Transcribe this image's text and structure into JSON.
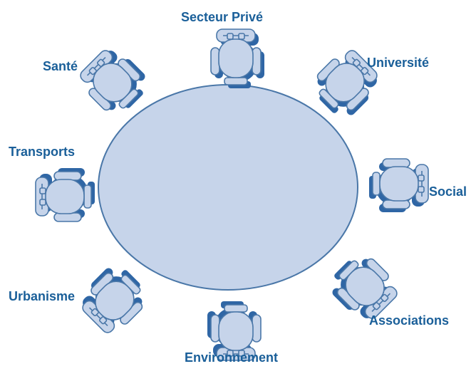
{
  "participants": {
    "secteur_prive": "Secteur Privé",
    "sante": "Santé",
    "universite": "Université",
    "transports": "Transports",
    "social": "Social",
    "urbanisme": "Urbanisme",
    "associations": "Associations",
    "environnement": "Environnement"
  },
  "colors": {
    "table_fill": "#c6d4ea",
    "outline": "#4a77a8",
    "chair_fill": "#c6d4ea",
    "chair_shadow": "#2f66a5",
    "label": "#1a5f99"
  }
}
